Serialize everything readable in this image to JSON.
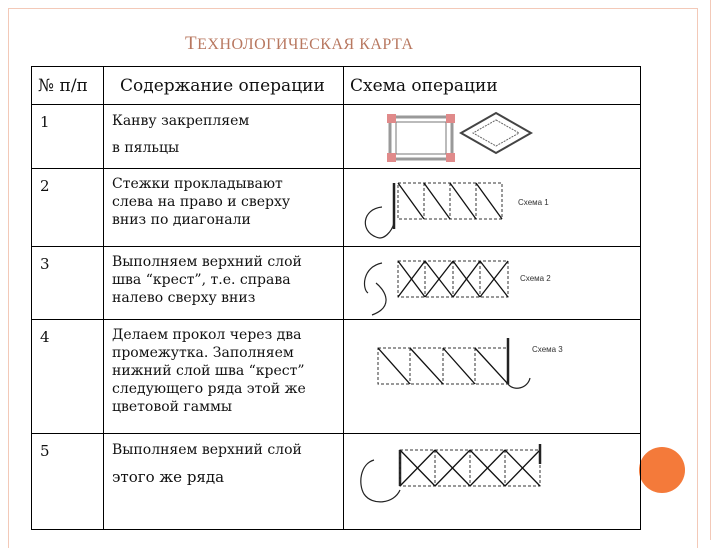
{
  "title": {
    "first_letter": "Т",
    "rest": "ЕХНОЛОГИЧЕСКАЯ КАРТА"
  },
  "table": {
    "headers": {
      "num": "№ п/п",
      "content": "Содержание операции",
      "scheme": "Схема операции"
    },
    "rows": [
      {
        "num": "1",
        "text_lines": [
          "Канву закрепляем",
          "в пяльцы"
        ],
        "scheme_label": ""
      },
      {
        "num": "2",
        "text_lines": [
          "Стежки прокладывают",
          "слева на право и сверху",
          "вниз по диагонали"
        ],
        "scheme_label": "Схема 1"
      },
      {
        "num": "3",
        "text_lines": [
          "Выполняем верхний слой",
          "шва “крест”, т.е. справа",
          "налево сверху вниз"
        ],
        "scheme_label": "Схема 2"
      },
      {
        "num": "4",
        "text_lines": [
          "Делаем прокол через два",
          "промежутка. Заполняем",
          "нижний слой шва “крест”",
          "следующего ряда этой же",
          "цветовой гаммы"
        ],
        "scheme_label": "Схема 3"
      },
      {
        "num": "5",
        "text_lines": [
          "Выполняем верхний слой",
          "этого же ряда"
        ],
        "scheme_label": ""
      }
    ]
  },
  "colors": {
    "title": "#b87860",
    "frame": "#f3c9b8",
    "accent_dot": "#f47a3a"
  }
}
